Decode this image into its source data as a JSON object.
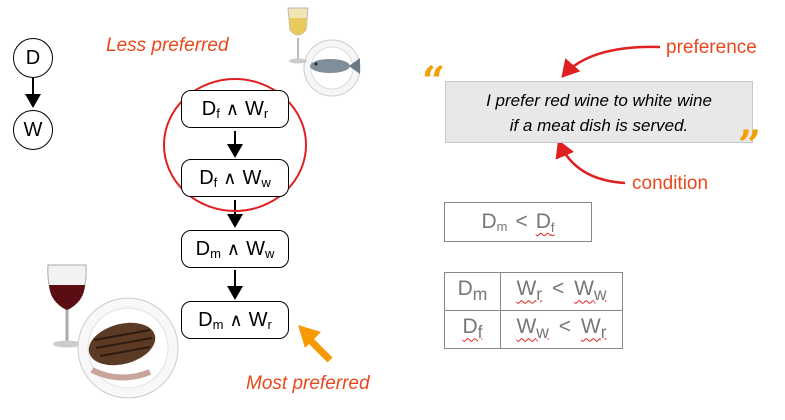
{
  "network": {
    "node_d": "D",
    "node_w": "W"
  },
  "labels": {
    "less_preferred": "Less preferred",
    "most_preferred": "Most preferred",
    "preference": "preference",
    "condition": "condition"
  },
  "states": [
    {
      "d": "D",
      "d_sub": "f",
      "w": "W",
      "w_sub": "r"
    },
    {
      "d": "D",
      "d_sub": "f",
      "w": "W",
      "w_sub": "w"
    },
    {
      "d": "D",
      "d_sub": "m",
      "w": "W",
      "w_sub": "w"
    },
    {
      "d": "D",
      "d_sub": "m",
      "w": "W",
      "w_sub": "r"
    }
  ],
  "and_symbol": "∧",
  "quote": {
    "open_mark": "“",
    "close_mark": "”",
    "line1": "I prefer red wine to white wine",
    "line2": "if a meat dish is served."
  },
  "dish_relation": {
    "left": "D",
    "left_sub": "m",
    "op": "<",
    "right": "D",
    "right_sub": "f"
  },
  "cpt": [
    {
      "cond": "D",
      "cond_sub": "m",
      "left": "W",
      "left_sub": "r",
      "op": "<",
      "right": "W",
      "right_sub": "w"
    },
    {
      "cond": "D",
      "cond_sub": "f",
      "left": "W",
      "left_sub": "w",
      "op": "<",
      "right": "W",
      "right_sub": "r"
    }
  ],
  "colors": {
    "accent_orange": "#e8481c",
    "quote_gold": "#f2a000",
    "arrow_orange": "#f59a00",
    "red_circle": "#e02020"
  }
}
